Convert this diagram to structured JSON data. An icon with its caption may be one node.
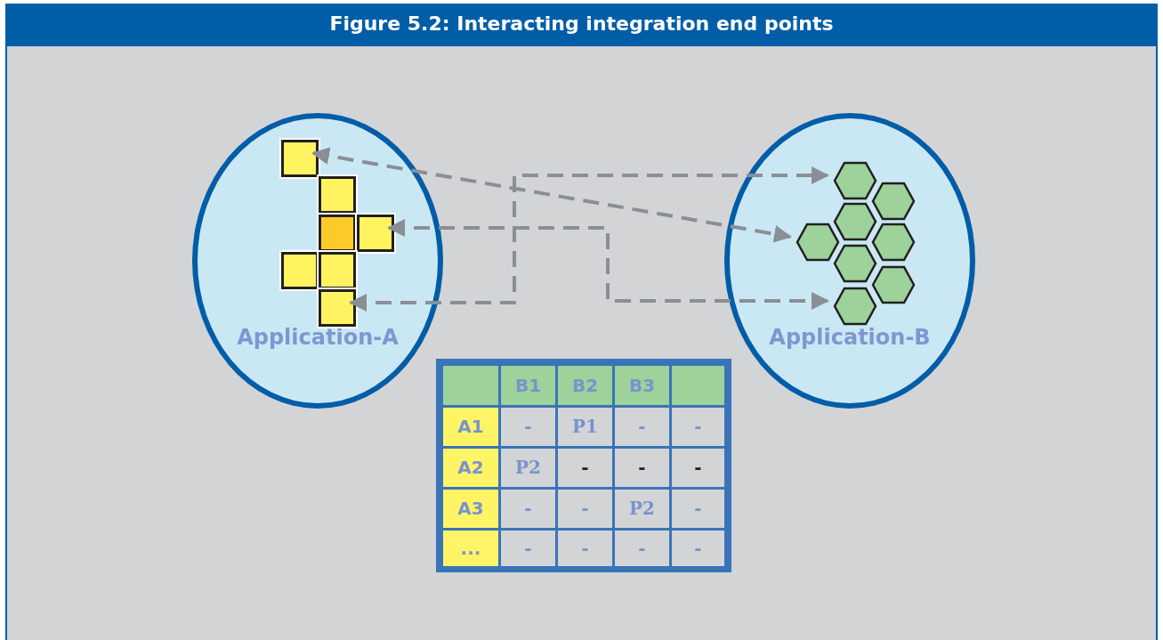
{
  "diagram": {
    "title": "Figure 5.2: Interacting integration end points",
    "nodes": [
      {
        "text": [
          "Application-A"
        ]
      },
      {
        "text": [],
        "shape": "box",
        "in": 0
      },
      {
        "text": [],
        "shape": "box",
        "in": 0
      },
      {
        "text": [],
        "shape": "box",
        "in": 0
      },
      {
        "text": [],
        "shape": "box",
        "in": 0
      },
      {
        "text": [],
        "shape": "box",
        "in": 0
      },
      {
        "text": [],
        "shape": "box",
        "in": 0
      },
      {
        "text": [],
        "shape": "box",
        "in": 0
      },
      {
        "text": [
          "Application-B"
        ]
      },
      {
        "text": [],
        "shape": "hexagon",
        "in": 8
      },
      {
        "text": [],
        "shape": "hexagon",
        "in": 8
      },
      {
        "text": [],
        "shape": "hexagon",
        "in": 8
      },
      {
        "text": [],
        "shape": "hexagon",
        "in": 8
      },
      {
        "text": [],
        "shape": "hexagon",
        "in": 8
      },
      {
        "text": [],
        "shape": "hexagon",
        "in": 8
      },
      {
        "text": [],
        "shape": "hexagon",
        "in": 8
      },
      {
        "text": [],
        "shape": "hexagon",
        "in": 8
      }
    ],
    "edges": [
      {
        "from": 1,
        "to": 12,
        "arrow": "both",
        "style": "dashed"
      },
      {
        "from": 7,
        "to": 9,
        "arrow": "both",
        "style": "dashed"
      },
      {
        "from": 4,
        "to": 16,
        "arrow": "both",
        "style": "dashed"
      }
    ],
    "labels": [
      "B1",
      "B2",
      "B3",
      "A1",
      "-",
      "P1",
      "-",
      "-",
      "A2",
      "P2",
      "-",
      "-",
      "-",
      "A3",
      "-",
      "-",
      "P2",
      "-",
      "...",
      "-",
      "-",
      "-",
      "-"
    ]
  }
}
